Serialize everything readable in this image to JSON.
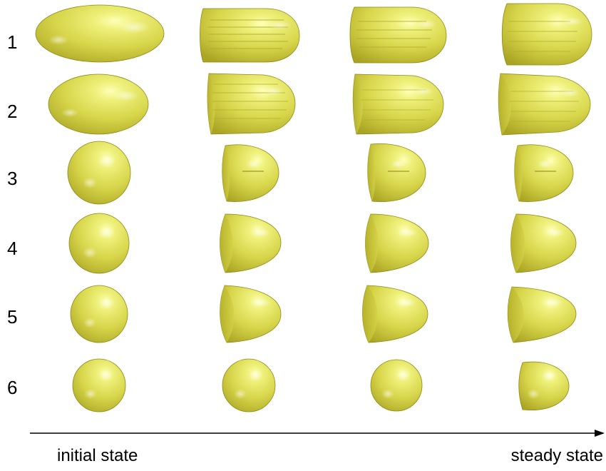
{
  "row_labels": [
    "1",
    "2",
    "3",
    "4",
    "5",
    "6"
  ],
  "caption_left": "initial state",
  "caption_right": "steady state",
  "colors": {
    "base": "#d7d54a",
    "light": "#eef07a",
    "dark": "#a9a423",
    "edge": "#8f8a17",
    "axis": "#000000"
  }
}
